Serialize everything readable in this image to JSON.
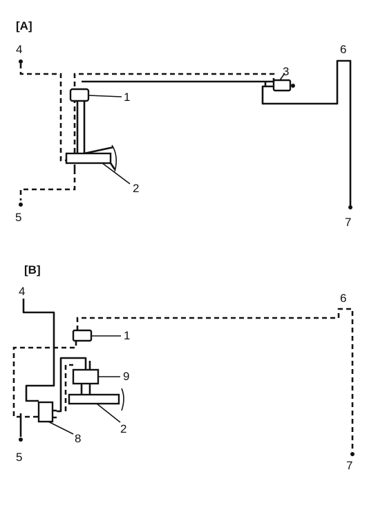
{
  "panels": [
    {
      "id": "A",
      "label": "[A]"
    },
    {
      "id": "B",
      "label": "[B]"
    }
  ],
  "callouts": {
    "A": [
      "1",
      "2",
      "3",
      "4",
      "5",
      "6",
      "7"
    ],
    "B": [
      "1",
      "2",
      "4",
      "5",
      "6",
      "7",
      "8",
      "9"
    ]
  },
  "line_styles": {
    "solid": "#111111",
    "dashed": "#111111"
  }
}
